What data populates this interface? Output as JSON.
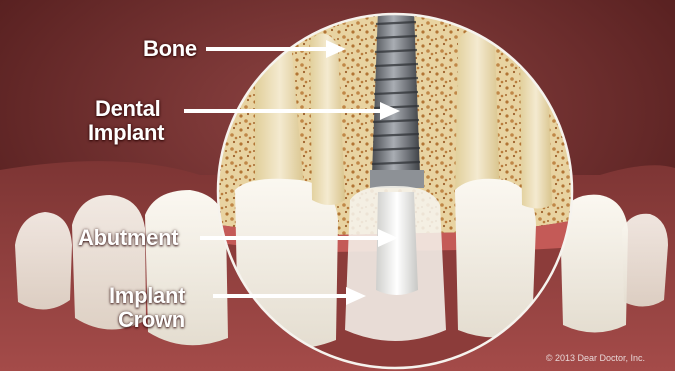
{
  "labels": {
    "bone": "Bone",
    "dental_implant_line1": "Dental",
    "dental_implant_line2": "Implant",
    "abutment": "Abutment",
    "implant_crown_line1": "Implant",
    "implant_crown_line2": "Crown"
  },
  "copyright": "© 2013 Dear Doctor, Inc.",
  "colors": {
    "background": "#6b2a29",
    "gum": "#8a3a3a",
    "bone": "#e9d5a4",
    "bone_speckle": "#b57a3a",
    "tooth": "#f3efe6",
    "implant": "#6e7278",
    "abutment": "#e6e6e4",
    "label_text": "#ffffff"
  }
}
